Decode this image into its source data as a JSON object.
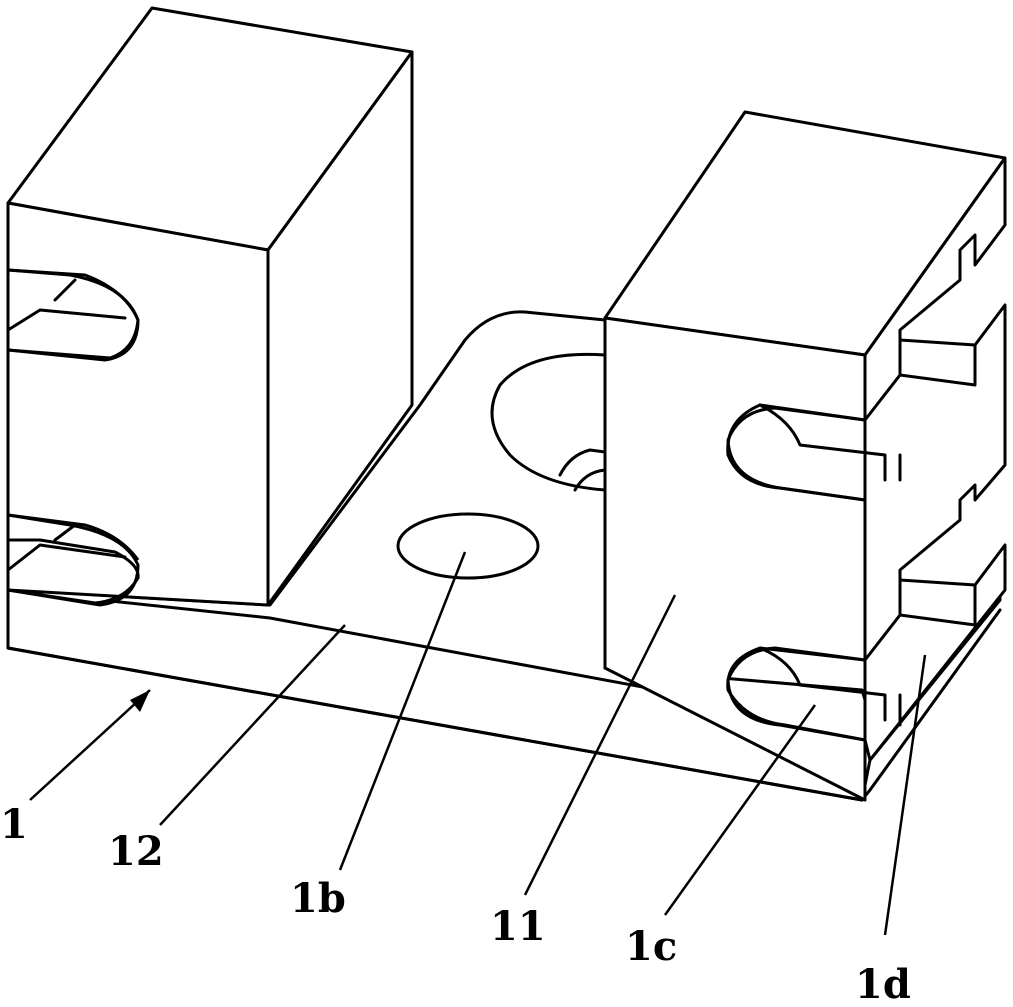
{
  "figure": {
    "labels": {
      "part_1": "1",
      "part_12": "12",
      "part_1b": "1b",
      "part_11": "11",
      "part_1c": "1c",
      "part_1d": "1d"
    }
  }
}
